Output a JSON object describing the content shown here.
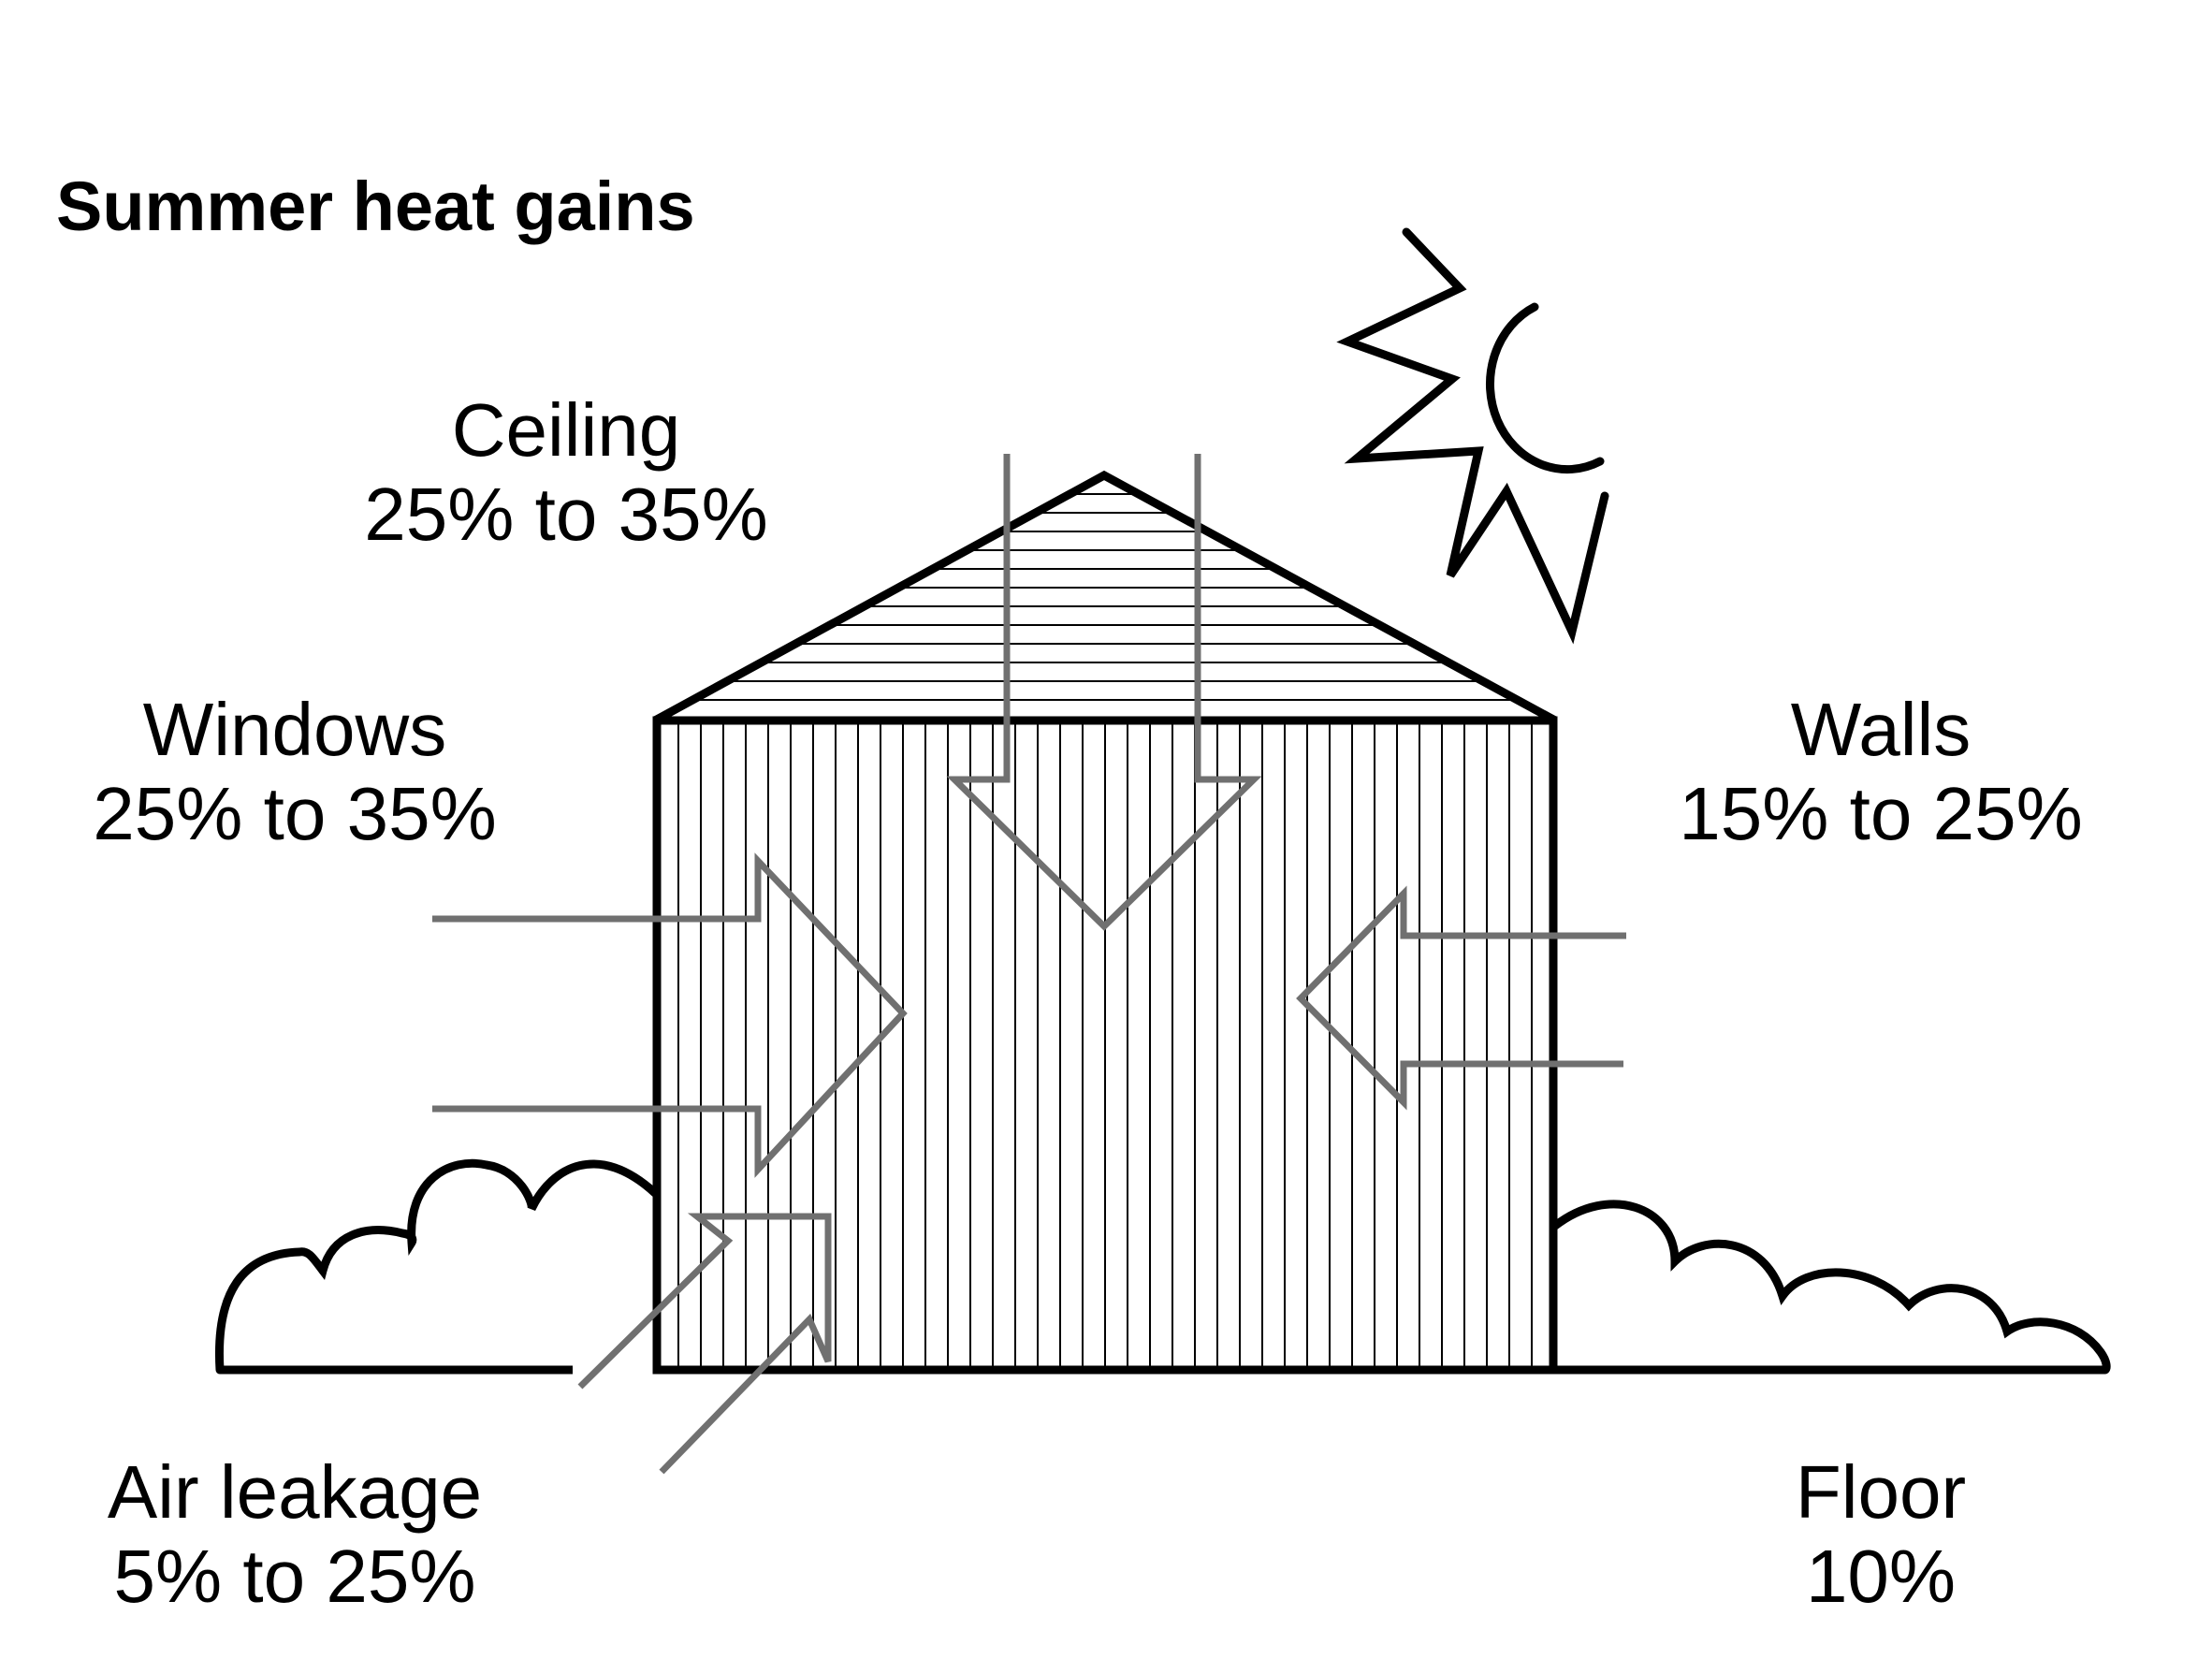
{
  "title": "Summer heat gains",
  "labels": {
    "ceiling": {
      "name": "Ceiling",
      "range": "25% to 35%"
    },
    "windows": {
      "name": "Windows",
      "range": "25% to 35%"
    },
    "walls": {
      "name": "Walls",
      "range": "15% to 25%"
    },
    "air_leakage": {
      "name": "Air leakage",
      "range": "5% to 25%"
    },
    "floor": {
      "name": "Floor",
      "range": "10%"
    }
  },
  "colors": {
    "outline": "#000000",
    "arrow": "#6e6e6e",
    "background": "#ffffff"
  },
  "icons": [
    "sun-icon",
    "house-icon",
    "cloud-icon"
  ]
}
